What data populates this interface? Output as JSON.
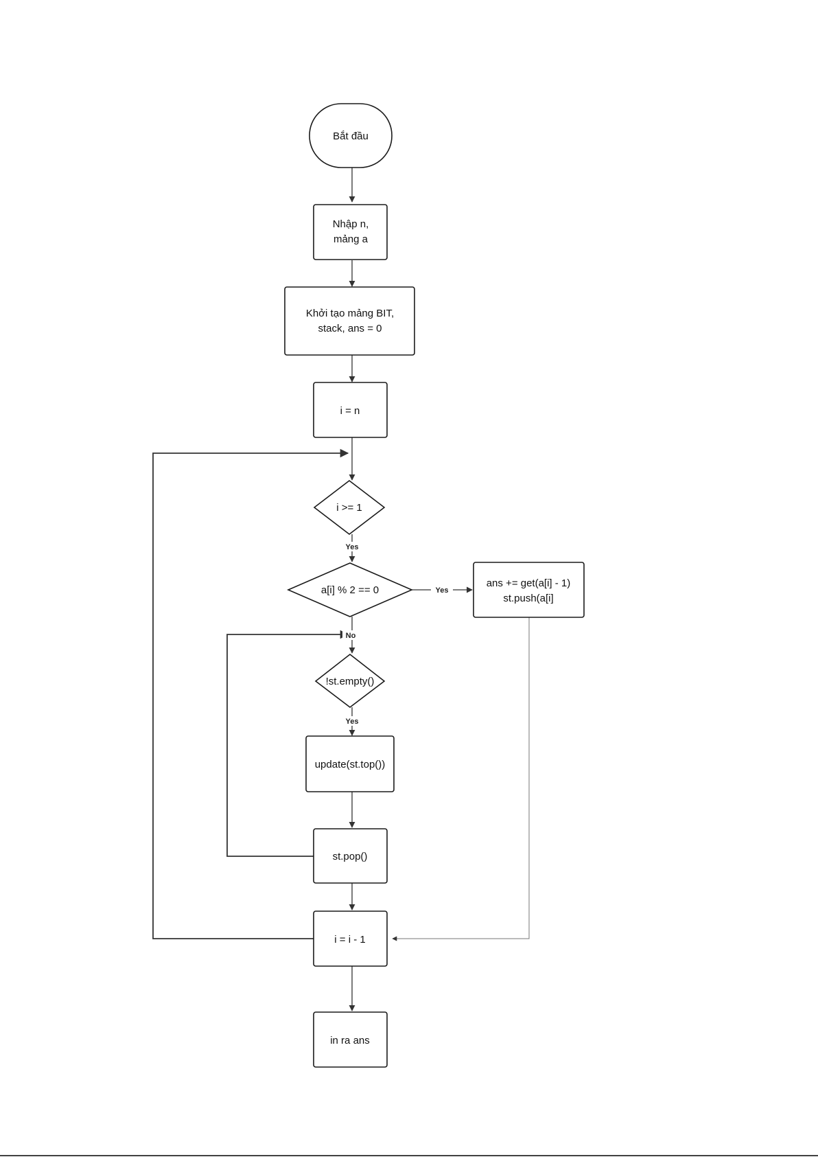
{
  "diagram": {
    "nodes": {
      "start": [
        "Bắt đầu"
      ],
      "input": [
        "Nhập n,",
        "mảng a"
      ],
      "init": [
        "Khởi tạo mảng BIT,",
        "stack, ans = 0"
      ],
      "set_i": [
        "i = n"
      ],
      "cond_i": [
        "i >= 1"
      ],
      "cond_even": [
        "a[i] % 2 == 0"
      ],
      "even_action": [
        "ans += get(a[i] - 1)",
        "st.push(a[i]"
      ],
      "cond_stack": [
        "!st.empty()"
      ],
      "update": [
        "update(st.top())"
      ],
      "pop": [
        "st.pop()"
      ],
      "decrement": [
        "i = i - 1"
      ],
      "output": [
        "in ra ans"
      ]
    },
    "edge_labels": {
      "cond_i_yes": "Yes",
      "cond_even_yes": "Yes",
      "cond_even_no": "No",
      "cond_stack_yes": "Yes"
    }
  }
}
